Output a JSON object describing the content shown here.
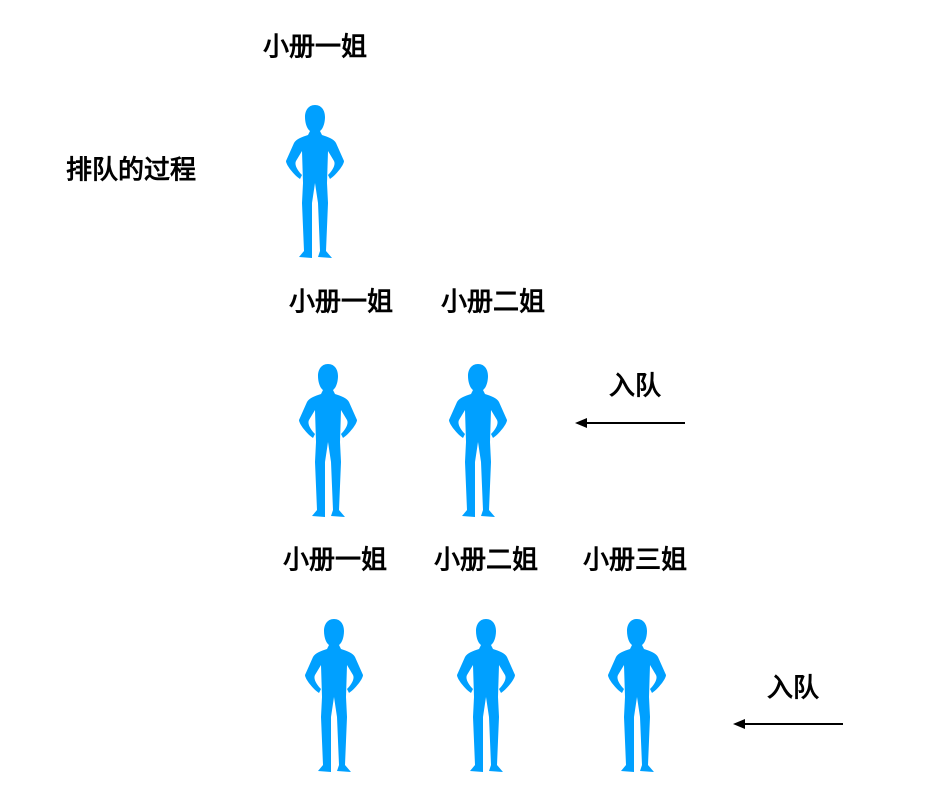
{
  "title": "排队的过程",
  "accent_color": "#00a0ff",
  "rows": [
    {
      "people": [
        "小册一姐"
      ]
    },
    {
      "people": [
        "小册一姐",
        "小册二姐"
      ],
      "action": "入队"
    },
    {
      "people": [
        "小册一姐",
        "小册二姐",
        "小册三姐"
      ],
      "action": "入队"
    }
  ]
}
